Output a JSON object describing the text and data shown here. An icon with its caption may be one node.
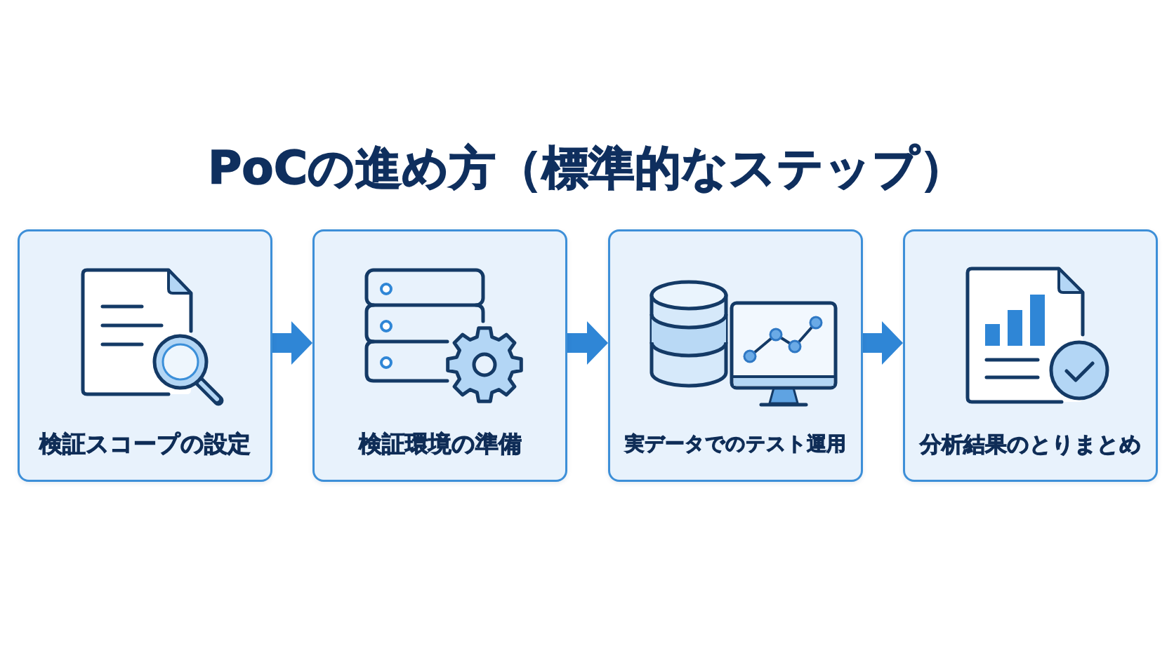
{
  "diagram": {
    "title": "PoCの進め方（標準的なステップ）",
    "nodes": [
      {
        "text": [
          "検証スコープの設定"
        ]
      },
      {
        "text": [
          "検証環境の準備"
        ]
      },
      {
        "text": [
          "実データでのテスト運用"
        ]
      },
      {
        "text": [
          "分析結果のとりまとめ"
        ]
      }
    ],
    "edges": [
      {
        "from": 0,
        "to": 1,
        "arrow": "to"
      },
      {
        "from": 1,
        "to": 2,
        "arrow": "to"
      },
      {
        "from": 2,
        "to": 3,
        "arrow": "to"
      }
    ]
  }
}
